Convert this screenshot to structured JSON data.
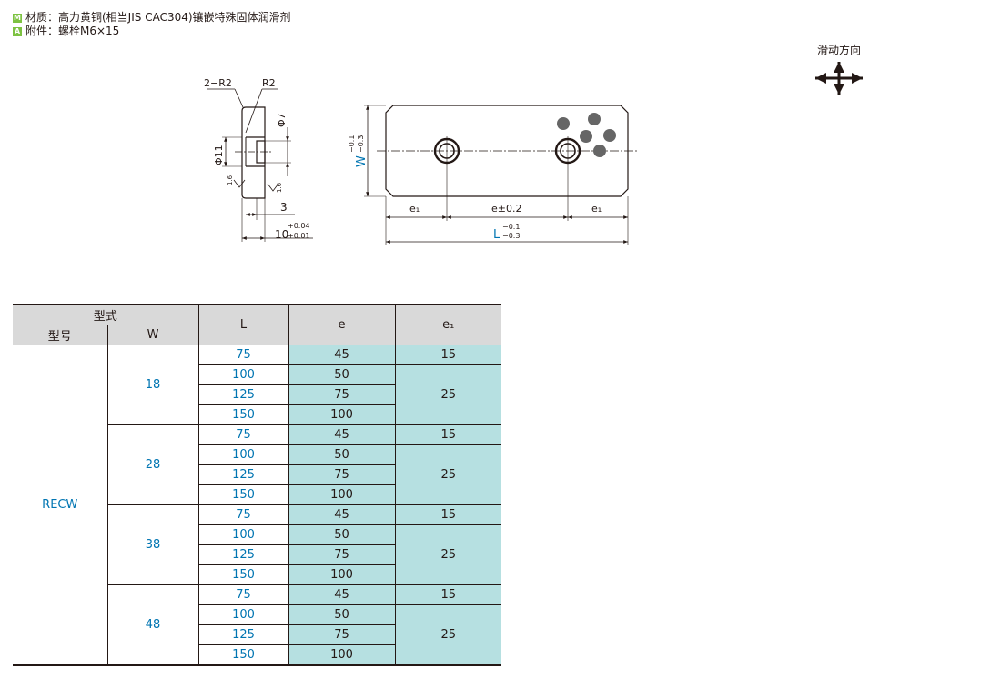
{
  "specs": [
    {
      "tag": "M",
      "text": "材质：高力黄铜(相当JIS  CAC304)镶嵌特殊固体润滑剂"
    },
    {
      "tag": "A",
      "text": "附件：螺栓M6×15"
    }
  ],
  "direction_label": "滑动方向",
  "dims": {
    "r_left": "2−R2",
    "r_right": "R2",
    "d7": "Φ7",
    "d11": "Φ11",
    "rough_a": "1.6",
    "rough_b": "1.6",
    "three": "3",
    "ten": "10",
    "ten_up": "+0.04",
    "ten_low": "+0.01",
    "w": "W",
    "w_up": "−0.1",
    "w_low": "−0.3",
    "e1": "e₁",
    "e": "e±0.2",
    "l": "L",
    "l_up": "−0.1",
    "l_low": "−0.3"
  },
  "table": {
    "header_type": "型式",
    "header_model": "型号",
    "header_w": "W",
    "header_l": "L",
    "header_e": "e",
    "header_e1": "e₁",
    "model": "RECW",
    "groups": [
      {
        "w": "18",
        "rows": [
          {
            "l": "75",
            "e": "45",
            "e1": "15"
          },
          {
            "l": "100",
            "e": "50",
            "e1": "25"
          },
          {
            "l": "125",
            "e": "75"
          },
          {
            "l": "150",
            "e": "100"
          }
        ]
      },
      {
        "w": "28",
        "rows": [
          {
            "l": "75",
            "e": "45",
            "e1": "15"
          },
          {
            "l": "100",
            "e": "50",
            "e1": "25"
          },
          {
            "l": "125",
            "e": "75"
          },
          {
            "l": "150",
            "e": "100"
          }
        ]
      },
      {
        "w": "38",
        "rows": [
          {
            "l": "75",
            "e": "45",
            "e1": "15"
          },
          {
            "l": "100",
            "e": "50",
            "e1": "25"
          },
          {
            "l": "125",
            "e": "75"
          },
          {
            "l": "150",
            "e": "100"
          }
        ]
      },
      {
        "w": "48",
        "rows": [
          {
            "l": "75",
            "e": "45",
            "e1": "15"
          },
          {
            "l": "100",
            "e": "50",
            "e1": "25"
          },
          {
            "l": "125",
            "e": "75"
          },
          {
            "l": "150",
            "e": "100"
          }
        ]
      }
    ]
  }
}
